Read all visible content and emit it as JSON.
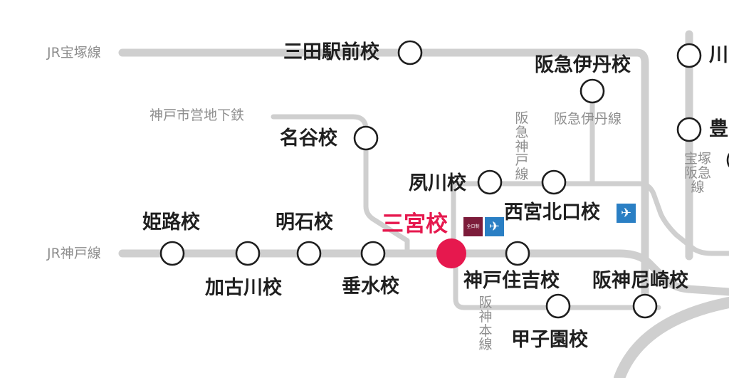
{
  "lines": {
    "jr_takarazuka": "JR宝塚線",
    "kobe_subway": "神戸市営地下鉄",
    "hankyu_itami": "阪急伊丹線",
    "hankyu_kobe": "阪急神戸線",
    "jr_kobe": "JR神戸線",
    "hankyu_takarazuka": "宝塚阪急線",
    "hanshin_main": "阪神本線"
  },
  "stations": {
    "sanda": "三田駅前校",
    "itami": "阪急伊丹校",
    "kawanishi_partial": "川",
    "toyonaka_partial": "豊",
    "meitani": "名谷校",
    "shukugawa": "夙川校",
    "nishinomiya": "西宮北口校",
    "sannomiya": "三宮校",
    "himeji": "姫路校",
    "akashi": "明石校",
    "kakogawa": "加古川校",
    "tarumi": "垂水校",
    "sumiyoshi": "神戸住吉校",
    "amagasaki": "阪神尼崎校",
    "koshien": "甲子園校"
  },
  "badges": {
    "sannomiya_badge": "全日制"
  },
  "icons": {
    "sannomiya_airport": "airplane-icon",
    "nishinomiya_airport": "airplane-icon"
  },
  "colors": {
    "line": "#cfcfcf",
    "hub": "#e6184e",
    "badge_dark": "#7c1c3a",
    "badge_blue": "#2a7fc4"
  }
}
